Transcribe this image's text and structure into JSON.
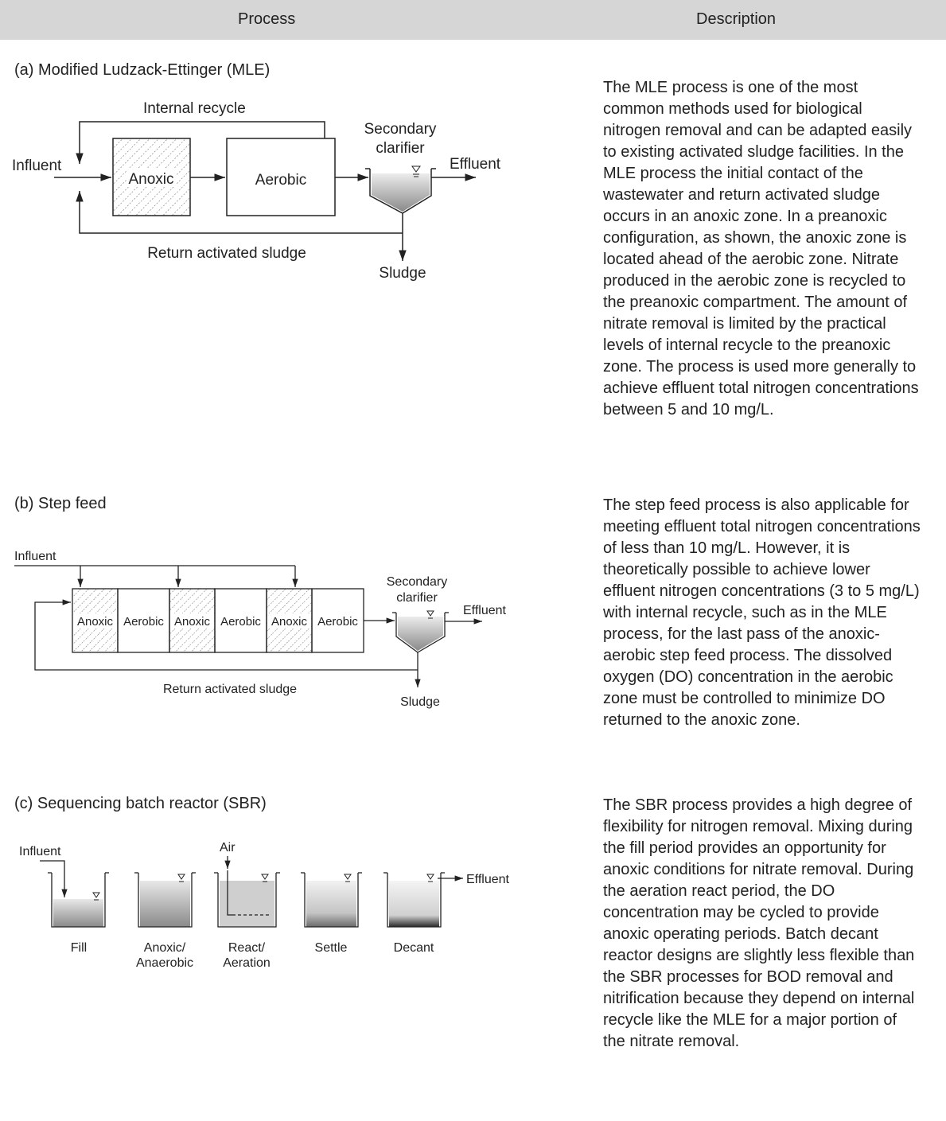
{
  "header": {
    "process": "Process",
    "description": "Description"
  },
  "sections": [
    {
      "title": "(a) Modified Ludzack-Ettinger (MLE)",
      "diagram": {
        "influent": "Influent",
        "internal_recycle": "Internal recycle",
        "anoxic": "Anoxic",
        "aerobic": "Aerobic",
        "clarifier_line1": "Secondary",
        "clarifier_line2": "clarifier",
        "effluent": "Effluent",
        "return_sludge": "Return activated sludge",
        "sludge": "Sludge"
      },
      "description": "The MLE process is one of the most common methods used for biological nitrogen removal and can be adapted easily to existing activated sludge facilities. In the MLE process the initial contact of the wastewater and return activated sludge occurs in an anoxic zone. In a preanoxic configuration, as shown, the anoxic zone is located ahead of the aerobic zone. Nitrate produced in the aerobic zone is recycled to the preanoxic compartment. The amount of nitrate removal is limited by the practical levels of internal recycle to the preanoxic zone. The process is used more generally to achieve effluent total nitrogen concentrations between 5 and 10 mg/L."
    },
    {
      "title": "(b) Step feed",
      "diagram": {
        "influent": "Influent",
        "zones": [
          "Anoxic",
          "Aerobic",
          "Anoxic",
          "Aerobic",
          "Anoxic",
          "Aerobic"
        ],
        "clarifier_line1": "Secondary",
        "clarifier_line2": "clarifier",
        "effluent": "Effluent",
        "return_sludge": "Return activated sludge",
        "sludge": "Sludge"
      },
      "description": "The step feed process is also applicable for meeting effluent total nitrogen concentrations of less than 10 mg/L. However, it is theoretically possible to achieve lower effluent nitrogen concentrations (3 to 5 mg/L) with internal recycle, such as in the MLE process, for the last pass of the anoxic-aerobic step feed process. The dissolved oxygen (DO) concentration in the aerobic zone must be controlled to minimize DO returned to the anoxic zone."
    },
    {
      "title": "(c) Sequencing batch reactor (SBR)",
      "diagram": {
        "influent": "Influent",
        "air": "Air",
        "effluent": "Effluent",
        "stages": [
          {
            "line1": "Fill",
            "line2": ""
          },
          {
            "line1": "Anoxic/",
            "line2": "Anaerobic"
          },
          {
            "line1": "React/",
            "line2": "Aeration"
          },
          {
            "line1": "Settle",
            "line2": ""
          },
          {
            "line1": "Decant",
            "line2": ""
          }
        ]
      },
      "description": "The SBR process provides a high degree of flexibility for nitrogen removal. Mixing during the fill period provides an opportunity for anoxic conditions for nitrate removal. During the aeration react period, the DO concentration may be cycled to provide anoxic operating periods. Batch decant reactor designs are slightly less flexible than the SBR processes for BOD removal and nitrification because they depend on internal recycle like the MLE for a major portion of the nitrate removal."
    }
  ]
}
